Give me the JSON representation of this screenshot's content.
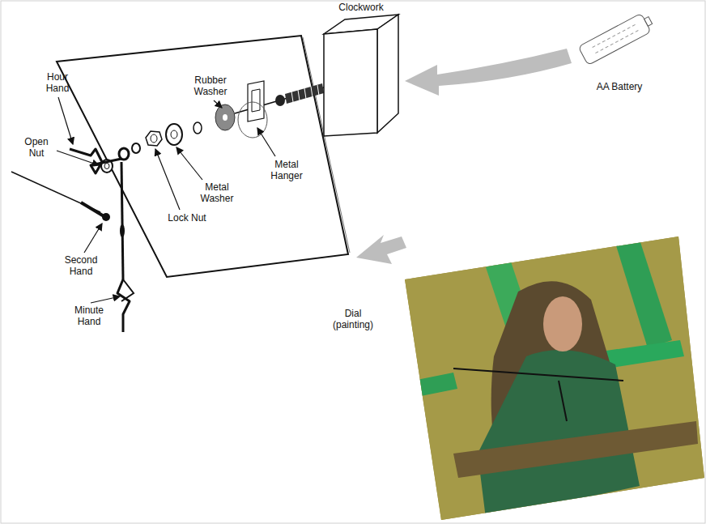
{
  "diagram": {
    "nodes": [
      {
        "text": [
          "Clockwork"
        ]
      }
    ],
    "labels": [
      "Hour Hand",
      "Open Nut",
      "Rubber Washer",
      "Metal Hanger",
      "AA Battery",
      "Metal Washer",
      "Lock Nut",
      "Second Hand",
      "Minute Hand",
      "Dial (painting)"
    ]
  }
}
